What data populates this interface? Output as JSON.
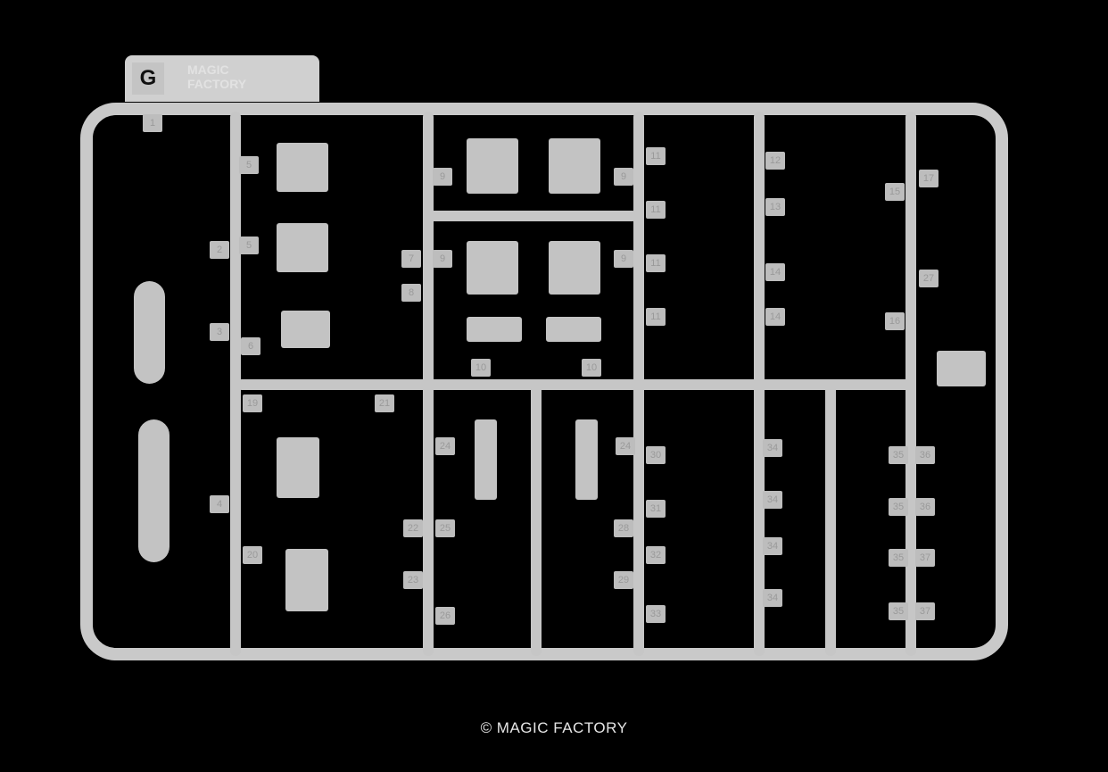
{
  "sprue": {
    "letter": "G",
    "brand_line1": "MAGIC",
    "brand_line2": "FACTORY",
    "part_numbers": [
      "1",
      "2",
      "3",
      "4",
      "5",
      "5",
      "6",
      "7",
      "8",
      "9",
      "9",
      "9",
      "9",
      "10",
      "10",
      "11",
      "11",
      "11",
      "11",
      "12",
      "13",
      "14",
      "14",
      "15",
      "16",
      "17",
      "19",
      "20",
      "21",
      "22",
      "23",
      "24",
      "24",
      "25",
      "26",
      "27",
      "28",
      "29",
      "30",
      "31",
      "32",
      "33",
      "34",
      "34",
      "34",
      "34",
      "35",
      "35",
      "35",
      "35",
      "36",
      "36",
      "37",
      "37"
    ]
  },
  "footer": {
    "copyright": "© MAGIC FACTORY"
  }
}
